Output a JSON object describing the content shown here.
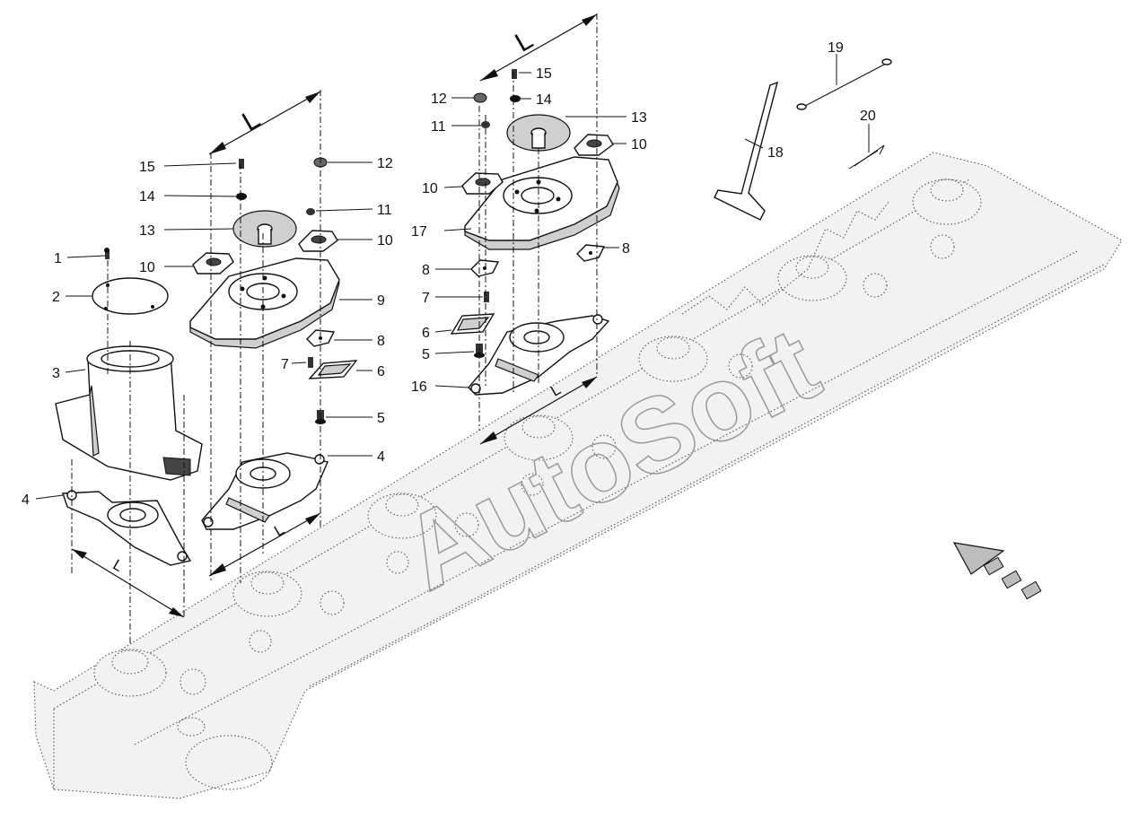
{
  "watermark": "AutoSoft",
  "dimension_label": "L",
  "callouts": {
    "c1": "1",
    "c2": "2",
    "c3": "3",
    "c4a": "4",
    "c4b": "4",
    "c5a": "5",
    "c5b": "5",
    "c6a": "6",
    "c6b": "6",
    "c7a": "7",
    "c7b": "7",
    "c8a": "8",
    "c8b": "8",
    "c8c": "8",
    "c9": "9",
    "c10a": "10",
    "c10b": "10",
    "c10c": "10",
    "c10d": "10",
    "c11a": "11",
    "c11b": "11",
    "c12a": "12",
    "c12b": "12",
    "c13a": "13",
    "c13b": "13",
    "c14a": "14",
    "c14b": "14",
    "c15a": "15",
    "c15b": "15",
    "c16": "16",
    "c17": "17",
    "c18": "18",
    "c19": "19",
    "c20": "20"
  }
}
